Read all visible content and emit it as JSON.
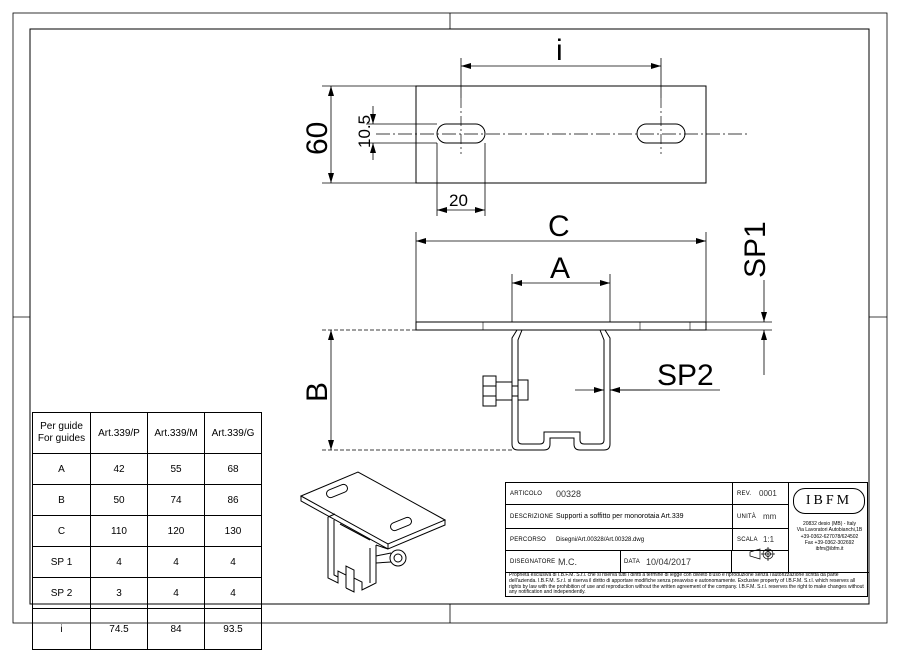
{
  "dimensions": {
    "i": "i",
    "w60": "60",
    "slot": "10.5",
    "w20": "20",
    "c": "C",
    "a": "A",
    "sp1": "SP1",
    "b": "B",
    "sp2": "SP2"
  },
  "table": {
    "header": {
      "label_line1": "Per guide",
      "label_line2": "For guides",
      "cols": [
        "Art.339/P",
        "Art.339/M",
        "Art.339/G"
      ]
    },
    "rows": [
      {
        "label": "A",
        "values": [
          "42",
          "55",
          "68"
        ]
      },
      {
        "label": "B",
        "values": [
          "50",
          "74",
          "86"
        ]
      },
      {
        "label": "C",
        "values": [
          "110",
          "120",
          "130"
        ]
      },
      {
        "label": "SP 1",
        "values": [
          "4",
          "4",
          "4"
        ]
      },
      {
        "label": "SP 2",
        "values": [
          "3",
          "4",
          "4"
        ]
      },
      {
        "label": "i",
        "values": [
          "74.5",
          "84",
          "93.5"
        ]
      }
    ]
  },
  "title_block": {
    "articolo_label": "ARTICOLO",
    "articolo_value": "00328",
    "rev_label": "REV.",
    "rev_value": "0001",
    "descrizione_label": "DESCRIZIONE",
    "descrizione_value": "Supporti a soffitto  per monorotaia Art.339",
    "unita_label": "UNITÀ",
    "unita_value": "mm",
    "percorso_label": "PERCORSO",
    "percorso_value": "Disegni/Art.00328/Art.00328.dwg",
    "scala_label": "SCALA",
    "scala_value": "1:1",
    "disegnatore_label": "DISEGNATORE",
    "disegnatore_value": "M.C.",
    "data_label": "DATA",
    "data_value": "10/04/2017",
    "logo": "IBFM",
    "address_lines": [
      "20832 desio (MB) - Italy",
      "Via Lavoratori Autobianchi,1B",
      "+39-0362-627078/624502",
      "Fax +39-0362-302692",
      "ibfm@ibfm.it"
    ],
    "footer_note": "Proprietà esclusiva di I.B.F.M. S.r.l. che si riserva tutti i diritti a termine di legge con divieto d'uso e riproduzione senza l'autorizzazione scritta da parte dell'azienda. I.B.F.M. S.r.l. si riserva il diritto di apportare modifiche senza preavviso e autonomamente. Exclusive property of I.B.F.M. S.r.l. which reserves all rights by law with the prohibition of use and reproduction without the written agreement of the company. I.B.F.M. S.r.l. reserves the right to make changes without any notification and independently."
  }
}
